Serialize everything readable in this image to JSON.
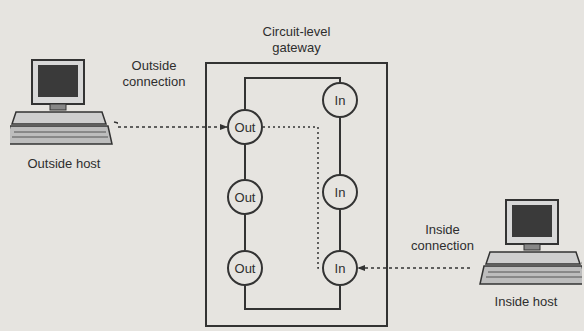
{
  "diagram": {
    "nodes": [
      {
        "text": [
          "Outside host"
        ]
      },
      {
        "text": [
          "Circuit-level gateway"
        ]
      },
      {
        "text": [
          "Out"
        ],
        "in": 1
      },
      {
        "text": [
          "In"
        ],
        "in": 1
      },
      {
        "text": [
          "Out"
        ],
        "in": 1
      },
      {
        "text": [
          "In"
        ],
        "in": 1
      },
      {
        "text": [
          "Out"
        ],
        "in": 1
      },
      {
        "text": [
          "In"
        ],
        "in": 1
      },
      {
        "text": [
          "Inside host"
        ]
      }
    ],
    "edges": [
      {
        "from": 0,
        "to": 2,
        "arrow": "to",
        "label": "Outside connection"
      },
      {
        "from": 8,
        "to": 7,
        "arrow": "to",
        "label": "Inside connection"
      },
      {
        "from": 2,
        "to": 7,
        "arrow": "none"
      },
      {
        "from": 2,
        "to": 4,
        "arrow": "none"
      },
      {
        "from": 4,
        "to": 6,
        "arrow": "none"
      },
      {
        "from": 3,
        "to": 5,
        "arrow": "none"
      },
      {
        "from": 5,
        "to": 7,
        "arrow": "none"
      },
      {
        "from": 2,
        "to": 3,
        "arrow": "none"
      },
      {
        "from": 6,
        "to": 7,
        "arrow": "none"
      }
    ]
  }
}
